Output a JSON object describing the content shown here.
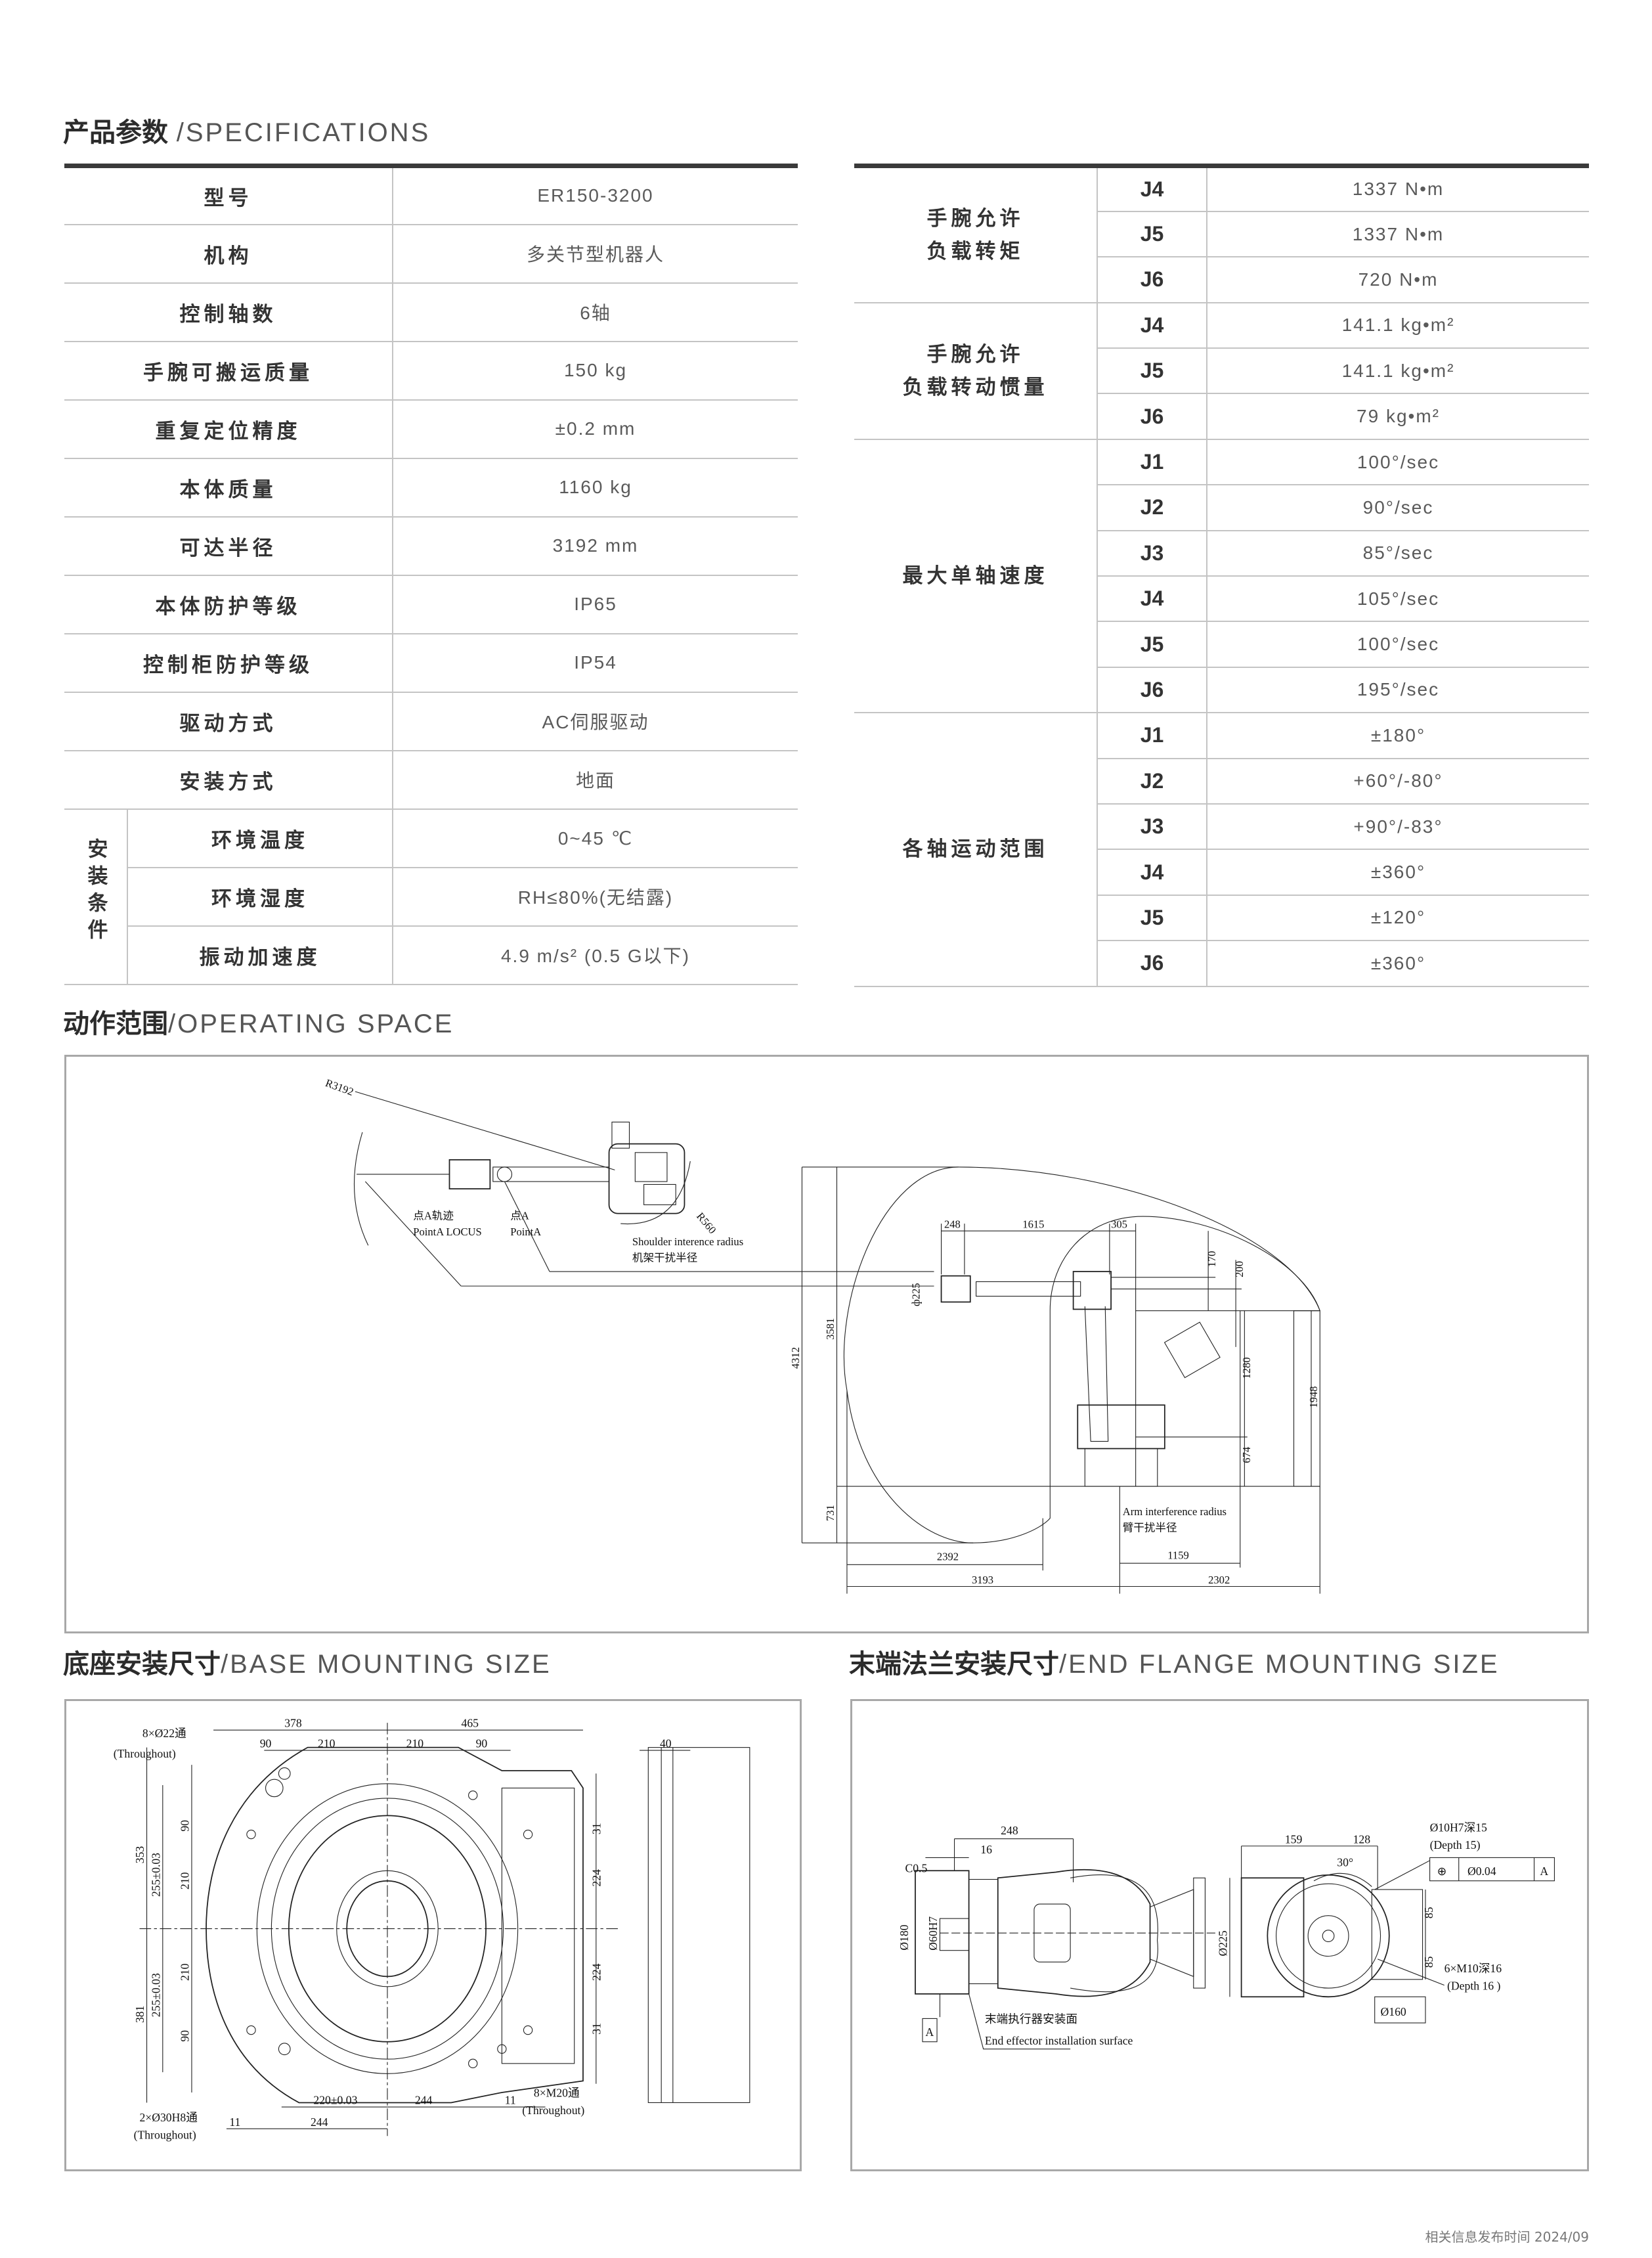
{
  "specs": {
    "title_cn": "产品参数",
    "title_en": "/SPECIFICATIONS",
    "left_rows": [
      {
        "label": "型号",
        "value": "ER150-3200"
      },
      {
        "label": "机构",
        "value": "多关节型机器人"
      },
      {
        "label": "控制轴数",
        "value": "6轴"
      },
      {
        "label": "手腕可搬运质量",
        "value": "150 kg"
      },
      {
        "label": "重复定位精度",
        "value": "±0.2 mm"
      },
      {
        "label": "本体质量",
        "value": "1160 kg"
      },
      {
        "label": "可达半径",
        "value": "3192 mm"
      },
      {
        "label": "本体防护等级",
        "value": "IP65"
      },
      {
        "label": "控制柜防护等级",
        "value": "IP54"
      },
      {
        "label": "驱动方式",
        "value": "AC伺服驱动"
      },
      {
        "label": "安装方式",
        "value": "地面"
      }
    ],
    "install_group": {
      "label": "安装条件",
      "rows": [
        {
          "label": "环境温度",
          "value": "0~45 ℃"
        },
        {
          "label": "环境湿度",
          "value": "RH≤80%(无结露)"
        },
        {
          "label": "振动加速度",
          "value": "4.9 m/s² (0.5 G以下)"
        }
      ]
    },
    "right_groups": [
      {
        "label_1": "手腕允许",
        "label_2": "负载转矩",
        "rows": [
          {
            "axis": "J4",
            "value": "1337 N•m"
          },
          {
            "axis": "J5",
            "value": "1337 N•m"
          },
          {
            "axis": "J6",
            "value": "720 N•m"
          }
        ]
      },
      {
        "label_1": "手腕允许",
        "label_2": "负载转动惯量",
        "rows": [
          {
            "axis": "J4",
            "value": "141.1 kg•m²"
          },
          {
            "axis": "J5",
            "value": "141.1 kg•m²"
          },
          {
            "axis": "J6",
            "value": "79 kg•m²"
          }
        ]
      },
      {
        "label_1": "最大单轴速度",
        "rows": [
          {
            "axis": "J1",
            "value": "100°/sec"
          },
          {
            "axis": "J2",
            "value": "90°/sec"
          },
          {
            "axis": "J3",
            "value": "85°/sec"
          },
          {
            "axis": "J4",
            "value": "105°/sec"
          },
          {
            "axis": "J5",
            "value": "100°/sec"
          },
          {
            "axis": "J6",
            "value": "195°/sec"
          }
        ]
      },
      {
        "label_1": "各轴运动范围",
        "rows": [
          {
            "axis": "J1",
            "value": "±180°"
          },
          {
            "axis": "J2",
            "value": "+60°/-80°"
          },
          {
            "axis": "J3",
            "value": "+90°/-83°"
          },
          {
            "axis": "J4",
            "value": "±360°"
          },
          {
            "axis": "J5",
            "value": "±120°"
          },
          {
            "axis": "J6",
            "value": "±360°"
          }
        ]
      }
    ]
  },
  "operating": {
    "title_cn": "动作范围",
    "title_en": "/OPERATING SPACE",
    "labels": {
      "r3192": "R3192",
      "r560": "R560",
      "locus_cn": "点A轨迹",
      "locus_en": "PointA LOCUS",
      "point_cn": "点A",
      "point_en": "PointA",
      "shoulder_en": "Shoulder interence radius",
      "shoulder_cn": "机架干扰半径",
      "d248": "248",
      "d1615": "1615",
      "d305": "305",
      "d170": "170",
      "d200": "200",
      "phi225": "ф225",
      "d3581": "3581",
      "d4312": "4312",
      "d1280": "1280",
      "d1948": "1948",
      "d674": "674",
      "d731": "731",
      "arm_en": "Arm interference radius",
      "arm_cn": "臂干扰半径",
      "d2392": "2392",
      "d1159": "1159",
      "d3193": "3193",
      "d2302": "2302"
    }
  },
  "base": {
    "title_cn": "底座安装尺寸",
    "title_en": "/BASE MOUNTING SIZE",
    "labels": {
      "holes22": "8×Ø22通",
      "through1": "(Throughout)",
      "d378": "378",
      "d465": "465",
      "d90a": "90",
      "d210a": "210",
      "d210b": "210",
      "d90b": "90",
      "d40": "40",
      "d353": "353",
      "d255a": "255±0.03",
      "d90c": "90",
      "d210c": "210",
      "d210d": "210",
      "d255b": "255±0.03",
      "d381": "381",
      "d90d": "90",
      "d31a": "31",
      "d224a": "224",
      "d224b": "224",
      "d31b": "31",
      "d220": "220±0.03",
      "d244a": "244",
      "d11a": "11",
      "m20": "8×M20通",
      "through2": "(Throughout)",
      "h30": "2×Ø30H8通",
      "through3": "(Throughout)",
      "d11b": "11",
      "d244b": "244"
    }
  },
  "flange": {
    "title_cn": "末端法兰安装尺寸",
    "title_en": "/END FLANGE MOUNTING SIZE",
    "labels": {
      "d248": "248",
      "d16": "16",
      "c05": "C0.5",
      "phi60": "Ø60H7",
      "phi180": "Ø180",
      "datum": "A",
      "surface_cn": "末端执行器安装面",
      "surface_en": "End effector installation surface",
      "d159": "159",
      "d128": "128",
      "a30": "30°",
      "hole10": "Ø10H7深15",
      "depth15": "(Depth 15)",
      "fcf_sym": "⊕",
      "fcf_tol": "Ø0.04",
      "fcf_datum": "A",
      "phi225": "Ø225",
      "d85a": "85",
      "d85b": "85",
      "m10": "6×M10深16",
      "depth16": "(Depth 16 )",
      "phi160": "Ø160"
    }
  },
  "footer": "相关信息发布时间 2024/09"
}
